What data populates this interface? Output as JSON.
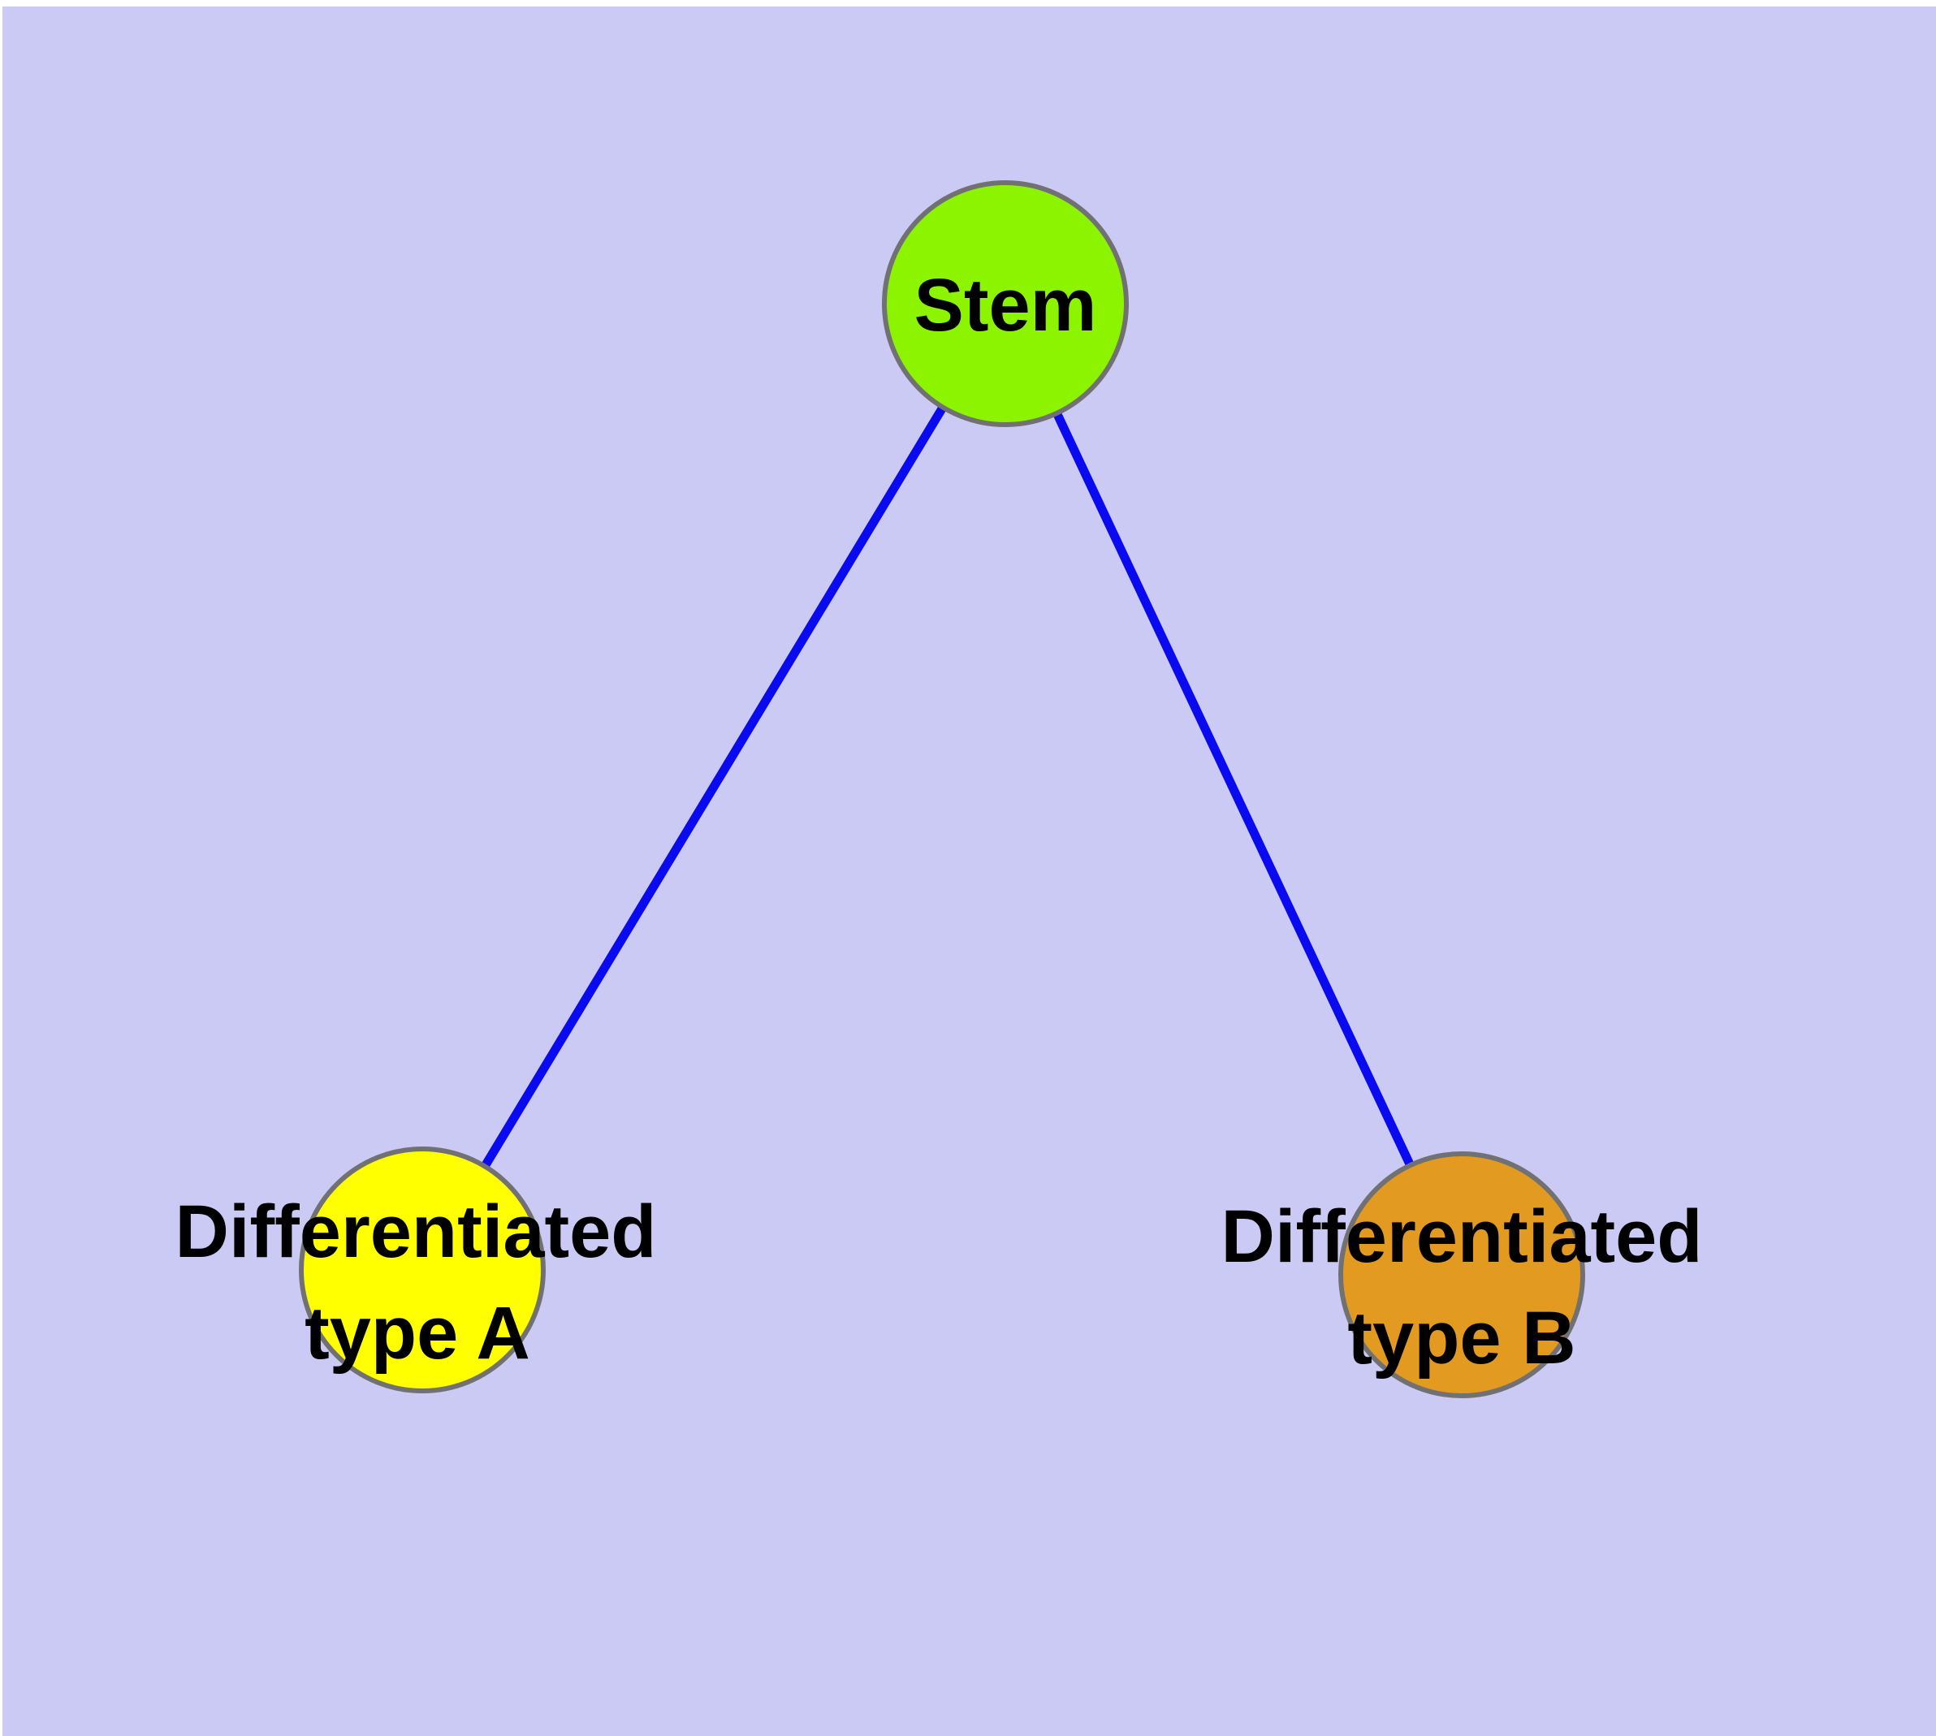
{
  "figure": {
    "type": "node-link-diagram",
    "background_color": "#cacaf4",
    "margin_color": "#ffffff",
    "edge_color": "#0a0af0",
    "edge_width": 11,
    "node_border_color": "#717174",
    "node_border_width": 6,
    "label_color": "#000000",
    "nodes": [
      {
        "id": "stem",
        "label": "Stem",
        "lines": [
          "Stem"
        ],
        "fill": "#8df400"
      },
      {
        "id": "differentiated-type-a",
        "label": "Differentiated type A",
        "lines": [
          "Differentiated",
          "type A"
        ],
        "fill": "#ffff00"
      },
      {
        "id": "differentiated-type-b",
        "label": "Differentiated type B",
        "lines": [
          "Differentiated",
          "type B"
        ],
        "fill": "#e29a20"
      }
    ],
    "edges": [
      {
        "from": "Stem",
        "to": "Differentiated type A"
      },
      {
        "from": "Stem",
        "to": "Differentiated type B"
      }
    ]
  }
}
